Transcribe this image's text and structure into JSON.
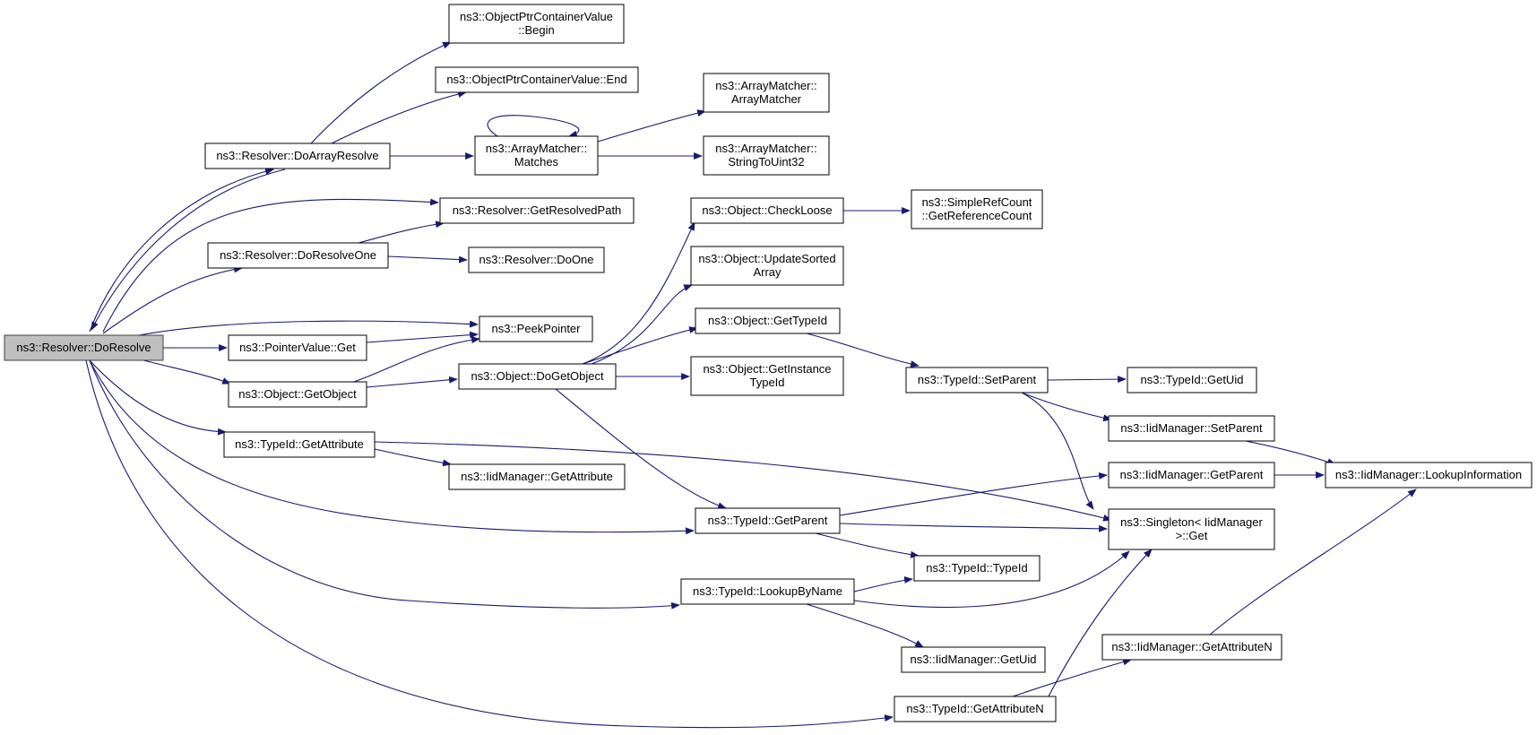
{
  "graph": {
    "edge_color": "#191970",
    "root_fill": "#bfbfbf",
    "nodes": [
      {
        "id": "root",
        "lines": [
          "ns3::Resolver::DoResolve"
        ],
        "root": true
      },
      {
        "id": "doArrayResolve",
        "lines": [
          "ns3::Resolver::DoArrayResolve"
        ]
      },
      {
        "id": "optrBegin",
        "lines": [
          "ns3::ObjectPtrContainerValue",
          "::Begin"
        ]
      },
      {
        "id": "optrEnd",
        "lines": [
          "ns3::ObjectPtrContainerValue::End"
        ]
      },
      {
        "id": "arrMatches",
        "lines": [
          "ns3::ArrayMatcher::",
          "Matches"
        ]
      },
      {
        "id": "arrCtor",
        "lines": [
          "ns3::ArrayMatcher::",
          "ArrayMatcher"
        ]
      },
      {
        "id": "arrStrToU32",
        "lines": [
          "ns3::ArrayMatcher::",
          "StringToUint32"
        ]
      },
      {
        "id": "getResolvedPath",
        "lines": [
          "ns3::Resolver::GetResolvedPath"
        ]
      },
      {
        "id": "doResolveOne",
        "lines": [
          "ns3::Resolver::DoResolveOne"
        ]
      },
      {
        "id": "doOne",
        "lines": [
          "ns3::Resolver::DoOne"
        ]
      },
      {
        "id": "peekPointer",
        "lines": [
          "ns3::PeekPointer"
        ]
      },
      {
        "id": "pvGet",
        "lines": [
          "ns3::PointerValue::Get"
        ]
      },
      {
        "id": "objGetObject",
        "lines": [
          "ns3::Object::GetObject"
        ]
      },
      {
        "id": "objDoGetObject",
        "lines": [
          "ns3::Object::DoGetObject"
        ]
      },
      {
        "id": "objCheckLoose",
        "lines": [
          "ns3::Object::CheckLoose"
        ]
      },
      {
        "id": "refCount",
        "lines": [
          "ns3::SimpleRefCount",
          "::GetReferenceCount"
        ]
      },
      {
        "id": "updateSorted",
        "lines": [
          "ns3::Object::UpdateSorted",
          "Array"
        ]
      },
      {
        "id": "objGetTypeId",
        "lines": [
          "ns3::Object::GetTypeId"
        ]
      },
      {
        "id": "objGetInstance",
        "lines": [
          "ns3::Object::GetInstance",
          "TypeId"
        ]
      },
      {
        "id": "tidSetParent",
        "lines": [
          "ns3::TypeId::SetParent"
        ]
      },
      {
        "id": "tidGetUid",
        "lines": [
          "ns3::TypeId::GetUid"
        ]
      },
      {
        "id": "iidSetParent",
        "lines": [
          "ns3::IidManager::SetParent"
        ]
      },
      {
        "id": "iidGetParent",
        "lines": [
          "ns3::IidManager::GetParent"
        ]
      },
      {
        "id": "iidLookupInfo",
        "lines": [
          "ns3::IidManager::LookupInformation"
        ]
      },
      {
        "id": "tidGetAttribute",
        "lines": [
          "ns3::TypeId::GetAttribute"
        ]
      },
      {
        "id": "iidGetAttribute",
        "lines": [
          "ns3::IidManager::GetAttribute"
        ]
      },
      {
        "id": "tidGetParent",
        "lines": [
          "ns3::TypeId::GetParent"
        ]
      },
      {
        "id": "singletonGet",
        "lines": [
          "ns3::Singleton< IidManager",
          ">::Get"
        ]
      },
      {
        "id": "tidTypeId",
        "lines": [
          "ns3::TypeId::TypeId"
        ]
      },
      {
        "id": "tidLookupByName",
        "lines": [
          "ns3::TypeId::LookupByName"
        ]
      },
      {
        "id": "iidGetUid",
        "lines": [
          "ns3::IidManager::GetUid"
        ]
      },
      {
        "id": "iidGetAttributeN",
        "lines": [
          "ns3::IidManager::GetAttributeN"
        ]
      },
      {
        "id": "tidGetAttributeN",
        "lines": [
          "ns3::TypeId::GetAttributeN"
        ]
      }
    ],
    "edges": [
      [
        "root",
        "doArrayResolve"
      ],
      [
        "doArrayResolve",
        "root"
      ],
      [
        "doArrayResolve",
        "optrBegin"
      ],
      [
        "doArrayResolve",
        "optrEnd"
      ],
      [
        "doArrayResolve",
        "arrMatches"
      ],
      [
        "arrMatches",
        "arrMatches"
      ],
      [
        "arrMatches",
        "arrCtor"
      ],
      [
        "arrMatches",
        "arrStrToU32"
      ],
      [
        "root",
        "getResolvedPath"
      ],
      [
        "root",
        "doResolveOne"
      ],
      [
        "doResolveOne",
        "getResolvedPath"
      ],
      [
        "doResolveOne",
        "doOne"
      ],
      [
        "root",
        "peekPointer"
      ],
      [
        "root",
        "pvGet"
      ],
      [
        "pvGet",
        "peekPointer"
      ],
      [
        "root",
        "objGetObject"
      ],
      [
        "objGetObject",
        "peekPointer"
      ],
      [
        "objGetObject",
        "objDoGetObject"
      ],
      [
        "objDoGetObject",
        "objCheckLoose"
      ],
      [
        "objCheckLoose",
        "refCount"
      ],
      [
        "objDoGetObject",
        "updateSorted"
      ],
      [
        "objDoGetObject",
        "objGetTypeId"
      ],
      [
        "objDoGetObject",
        "objGetInstance"
      ],
      [
        "objDoGetObject",
        "tidGetParent"
      ],
      [
        "objGetTypeId",
        "tidSetParent"
      ],
      [
        "tidSetParent",
        "tidGetUid"
      ],
      [
        "tidSetParent",
        "iidSetParent"
      ],
      [
        "tidSetParent",
        "singletonGet"
      ],
      [
        "iidSetParent",
        "iidLookupInfo"
      ],
      [
        "iidGetParent",
        "iidLookupInfo"
      ],
      [
        "root",
        "tidGetAttribute"
      ],
      [
        "tidGetAttribute",
        "iidGetAttribute"
      ],
      [
        "tidGetAttribute",
        "singletonGet"
      ],
      [
        "root",
        "tidGetParent"
      ],
      [
        "tidGetParent",
        "iidGetParent"
      ],
      [
        "tidGetParent",
        "singletonGet"
      ],
      [
        "tidGetParent",
        "tidTypeId"
      ],
      [
        "root",
        "tidLookupByName"
      ],
      [
        "tidLookupByName",
        "tidTypeId"
      ],
      [
        "tidLookupByName",
        "singletonGet"
      ],
      [
        "tidLookupByName",
        "iidGetUid"
      ],
      [
        "root",
        "tidGetAttributeN"
      ],
      [
        "tidGetAttributeN",
        "iidGetAttributeN"
      ],
      [
        "tidGetAttributeN",
        "singletonGet"
      ],
      [
        "iidGetAttributeN",
        "iidLookupInfo"
      ]
    ]
  }
}
